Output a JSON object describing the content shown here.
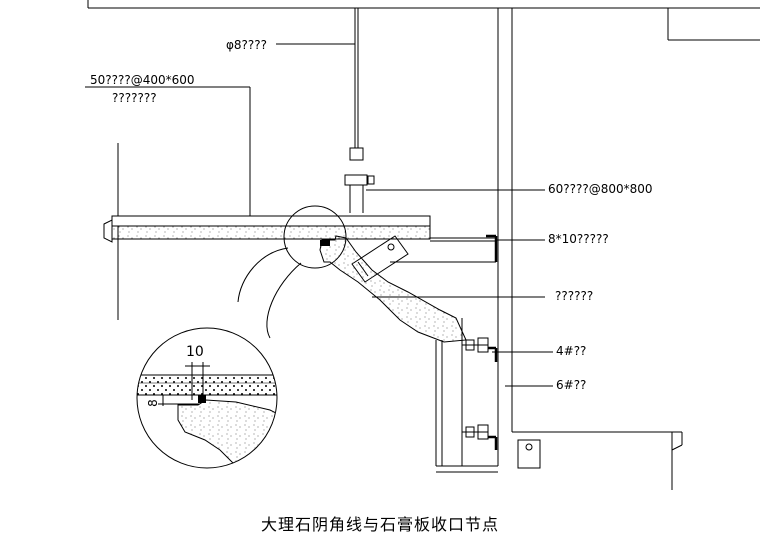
{
  "labels": {
    "rod": "φ8????",
    "main_keel_line1": "50????@400*600",
    "main_keel_line2": "???????",
    "sub_keel": "60????@800*800",
    "angle_steel": "8*10?????",
    "marble": "??????",
    "angle_4": "4#??",
    "angle_6": "6#??",
    "detail_dim_10": "10",
    "detail_dim_8": "8"
  },
  "title": "大理石阴角线与石膏板收口节点"
}
